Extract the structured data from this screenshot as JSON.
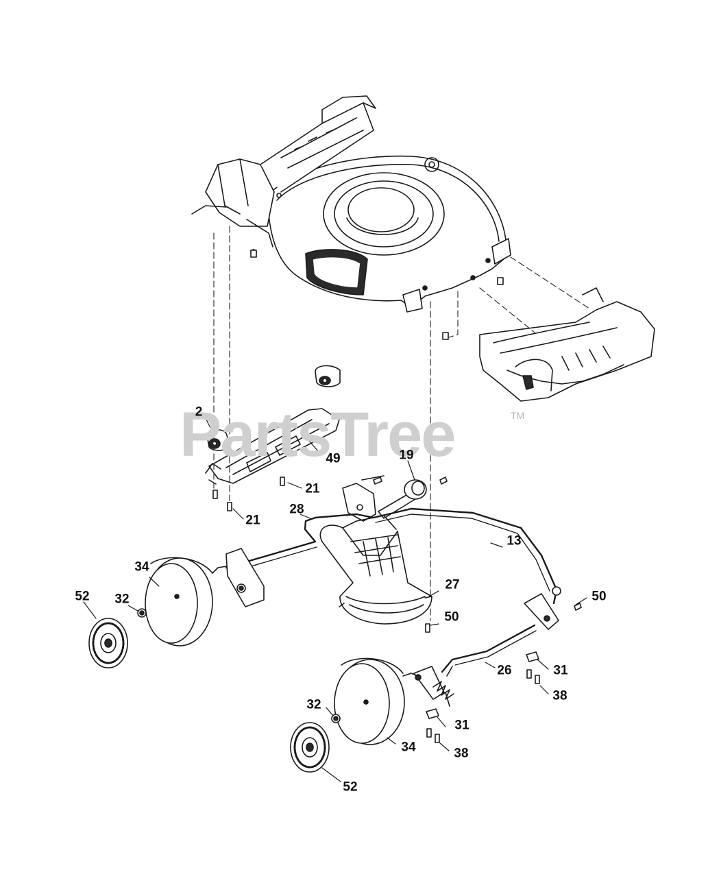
{
  "watermark": {
    "text": "PartsTree",
    "trademark": "TM"
  },
  "callouts": [
    "2",
    "49",
    "21",
    "21",
    "19",
    "28",
    "13",
    "34",
    "27",
    "52",
    "32",
    "50",
    "50",
    "26",
    "31",
    "38",
    "32",
    "31",
    "34",
    "38",
    "52"
  ],
  "part_names": {
    "deck": "mower-deck",
    "rear_shield": "rear-discharge-shield",
    "height_bracket": "height-adjust-bracket",
    "bushing_a": "bushing",
    "bushing_b": "bushing",
    "pivot_bar": "pivot-bar",
    "front_axle": "front-axle",
    "rear_axle": "rear-axle",
    "handle_bracket": "handle-bracket",
    "height_lever_knob": "height-lever-knob",
    "chute_guard": "discharge-chute",
    "wheel_front": "wheel",
    "wheel_rear": "wheel",
    "hubcap_front": "hubcap",
    "hubcap_rear": "hubcap",
    "spring": "torsion-spring"
  }
}
